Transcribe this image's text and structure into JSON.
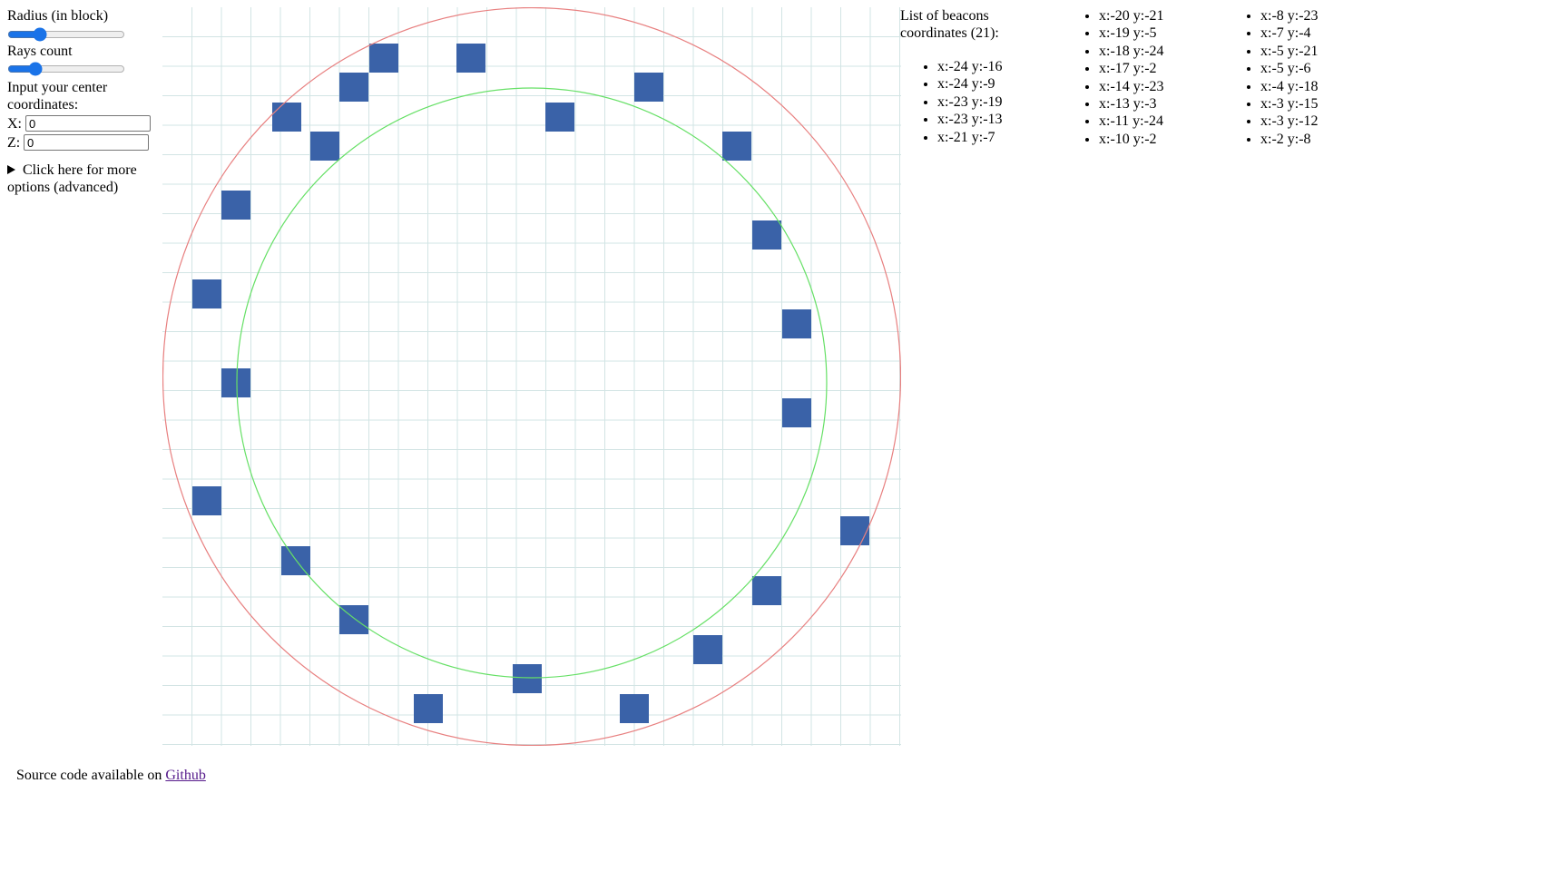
{
  "controls": {
    "radius_label": "Radius (in block)",
    "radius_value": 25,
    "radius_min": 1,
    "radius_max": 100,
    "rays_label": "Rays count",
    "rays_value": 21,
    "rays_min": 1,
    "rays_max": 100,
    "center_label": "Input your center coordinates:",
    "x_label": "X:",
    "x_value": "0",
    "z_label": "Z:",
    "z_value": "0",
    "advanced_label": "Click here for more options (advanced)"
  },
  "beacons": {
    "heading": "List of beacons coordinates (21):",
    "column1": [
      "x:-24 y:-16",
      "x:-24 y:-9",
      "x:-23 y:-19",
      "x:-23 y:-13",
      "x:-21 y:-7"
    ],
    "column2": [
      "x:-20 y:-21",
      "x:-19 y:-5",
      "x:-18 y:-24",
      "x:-17 y:-2",
      "x:-14 y:-23",
      "x:-13 y:-3",
      "x:-11 y:-24",
      "x:-10 y:-2"
    ],
    "column3": [
      "x:-8 y:-23",
      "x:-7 y:-4",
      "x:-5 y:-21",
      "x:-5 y:-6",
      "x:-4 y:-18",
      "x:-3 y:-15",
      "x:-3 y:-12",
      "x:-2 y:-8"
    ]
  },
  "map": {
    "colors": {
      "grid": "#d2e4e4",
      "outer_circle": "#e88080",
      "inner_circle": "#66e066",
      "block": "#3a62a8"
    },
    "blocks": [
      [
        -24,
        -16
      ],
      [
        -24,
        -9
      ],
      [
        -23,
        -19
      ],
      [
        -23,
        -13
      ],
      [
        -21,
        -7
      ],
      [
        -20,
        -21
      ],
      [
        -19,
        -5
      ],
      [
        -18,
        -24
      ],
      [
        -17,
        -2
      ],
      [
        -14,
        -23
      ],
      [
        -13,
        -3
      ],
      [
        -11,
        -24
      ],
      [
        -10,
        -2
      ],
      [
        -8,
        -23
      ],
      [
        -7,
        -4
      ],
      [
        -5,
        -21
      ],
      [
        -5,
        -6
      ],
      [
        -4,
        -18
      ],
      [
        -3,
        -15
      ],
      [
        -3,
        -12
      ],
      [
        -2,
        -8
      ]
    ]
  },
  "footer": {
    "text": "Source code available on ",
    "link_label": "Github"
  }
}
